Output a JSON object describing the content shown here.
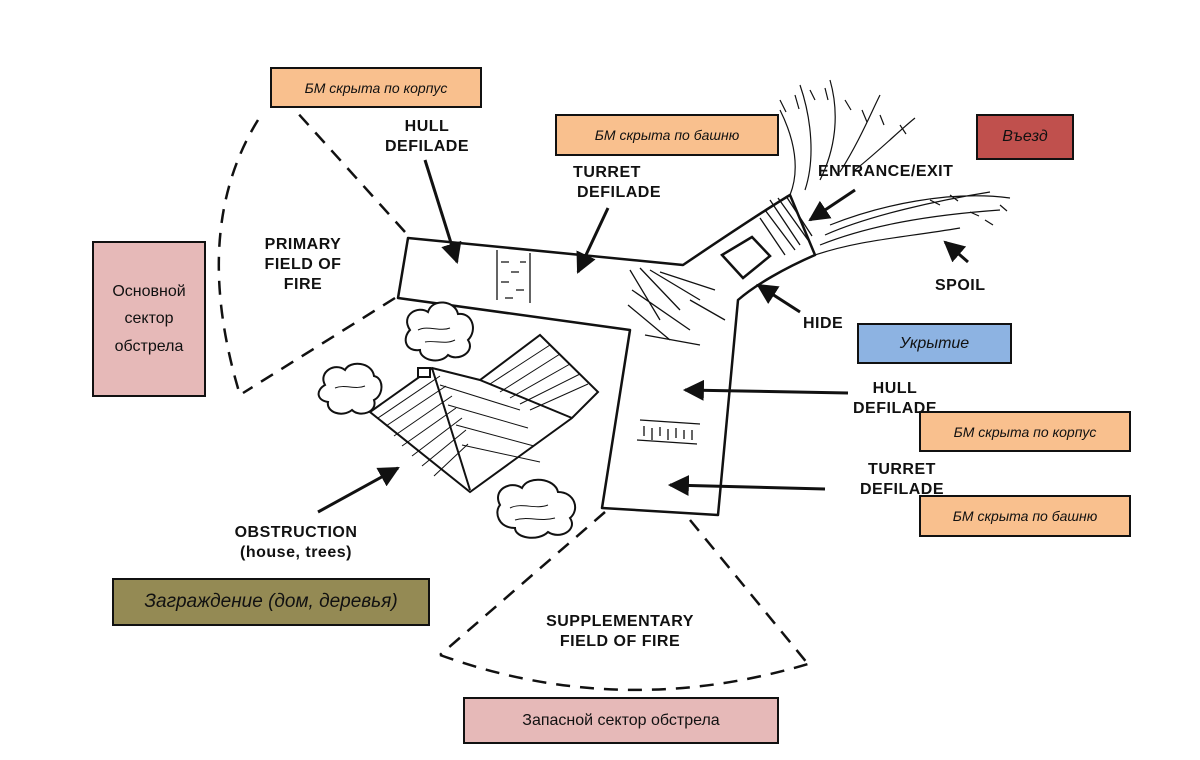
{
  "labels": {
    "hull_defilade_top_1": "HULL",
    "hull_defilade_top_2": "DEFILADE",
    "turret_defilade_top_1": "TURRET",
    "turret_defilade_top_2": "DEFILADE",
    "primary_1": "PRIMARY",
    "primary_2": "FIELD OF",
    "primary_3": "FIRE",
    "entrance_exit": "ENTRANCE/EXIT",
    "spoil": "SPOIL",
    "hide": "HIDE",
    "hull_defilade_right_1": "HULL",
    "hull_defilade_right_2": "DEFILADE",
    "turret_defilade_right_1": "TURRET",
    "turret_defilade_right_2": "DEFILADE",
    "obstruction_1": "OBSTRUCTION",
    "obstruction_2": "(house, trees)",
    "supplementary_1": "SUPPLEMENTARY",
    "supplementary_2": "FIELD OF FIRE"
  },
  "translations": {
    "hull_top": "БМ скрыта по корпус",
    "turret_top": "БМ скрыта по башню",
    "entrance": "Въезд",
    "primary": "Основной сектор обстрела",
    "hide": "Укрытие",
    "hull_right": "БМ скрыта по корпус",
    "turret_right": "БМ скрыта по башню",
    "obstruction": "Заграждение (дом, деревья)",
    "supplementary": "Запасной сектор обстрела"
  },
  "colors": {
    "orange": "#f9c08e",
    "red": "#c0504d",
    "pink": "#e6b9b8",
    "blue": "#8db3e2",
    "olive": "#948a54"
  }
}
